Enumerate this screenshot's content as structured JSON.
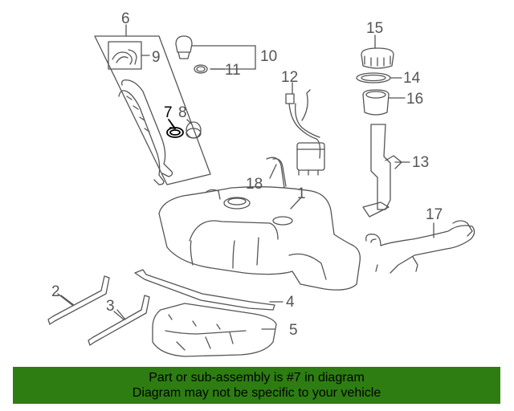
{
  "callouts": {
    "c1": "1",
    "c2": "2",
    "c3": "3",
    "c4": "4",
    "c5": "5",
    "c6": "6",
    "c7": "7",
    "c8": "8",
    "c9": "9",
    "c10": "10",
    "c11": "11",
    "c12": "12",
    "c13": "13",
    "c14": "14",
    "c15": "15",
    "c16": "16",
    "c17": "17",
    "c18": "18"
  },
  "banner": {
    "line1": "Part or sub-assembly is #7 in diagram",
    "line2": "Diagram may not be specific to your vehicle"
  },
  "colors": {
    "line_art": "#555555",
    "highlight": "#000000",
    "banner_bg": "#2e7d12"
  },
  "highlighted_part": "7"
}
